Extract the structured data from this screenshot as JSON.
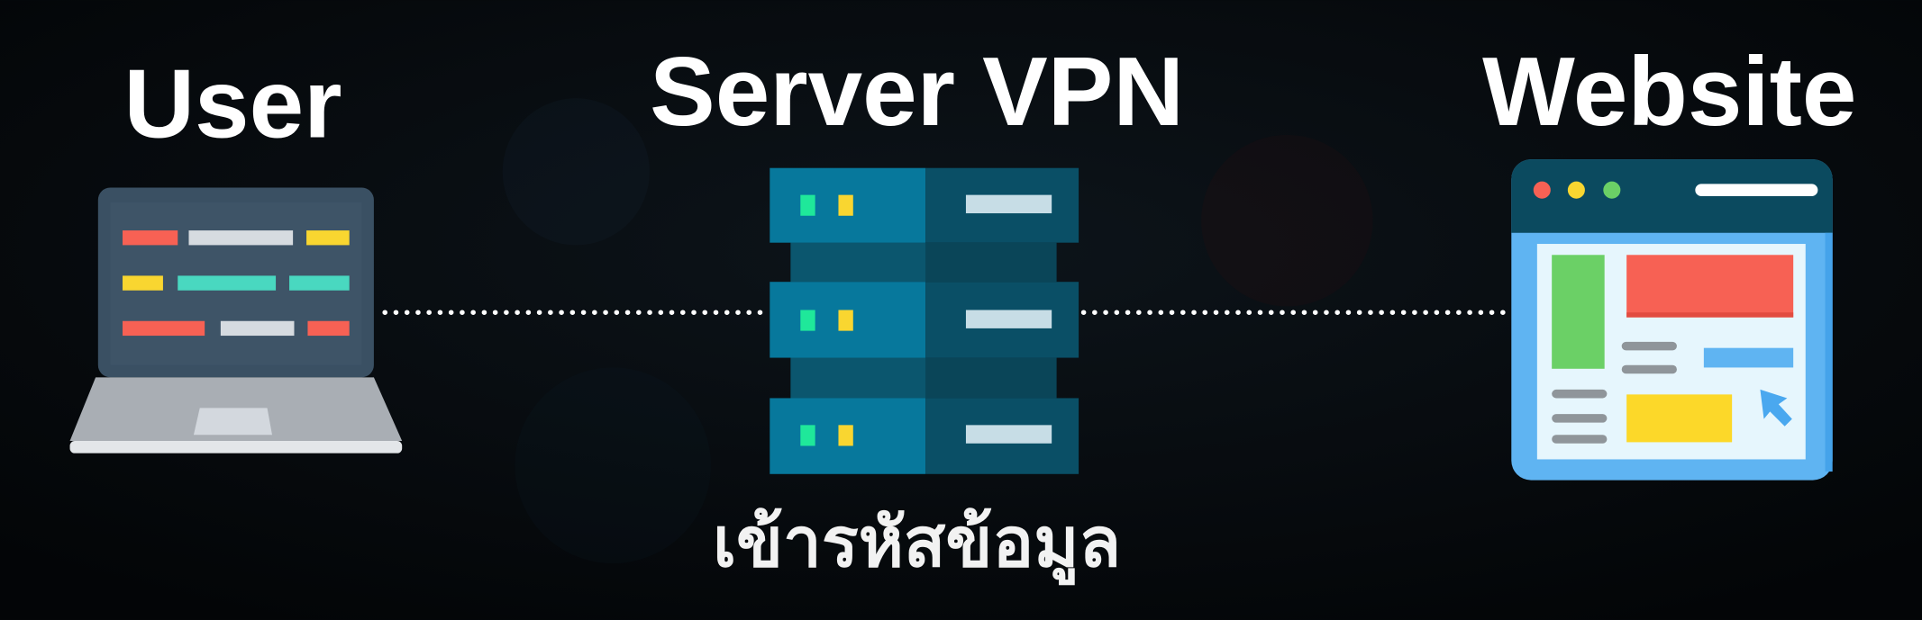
{
  "nodes": {
    "user": {
      "title": "User"
    },
    "server": {
      "title": "Server VPN",
      "caption": "เข้ารหัสข้อมูล"
    },
    "website": {
      "title": "Website"
    }
  },
  "colors": {
    "background": "#05080b",
    "server_light": "#07789c",
    "server_dark": "#0a4f66",
    "laptop_screen": "#3a5063",
    "browser_header": "#0b4a5f",
    "browser_body": "#5fb4f2",
    "red": "#f76154",
    "yellow": "#f9d630",
    "green": "#6bd066",
    "teal": "#49d8c0"
  }
}
